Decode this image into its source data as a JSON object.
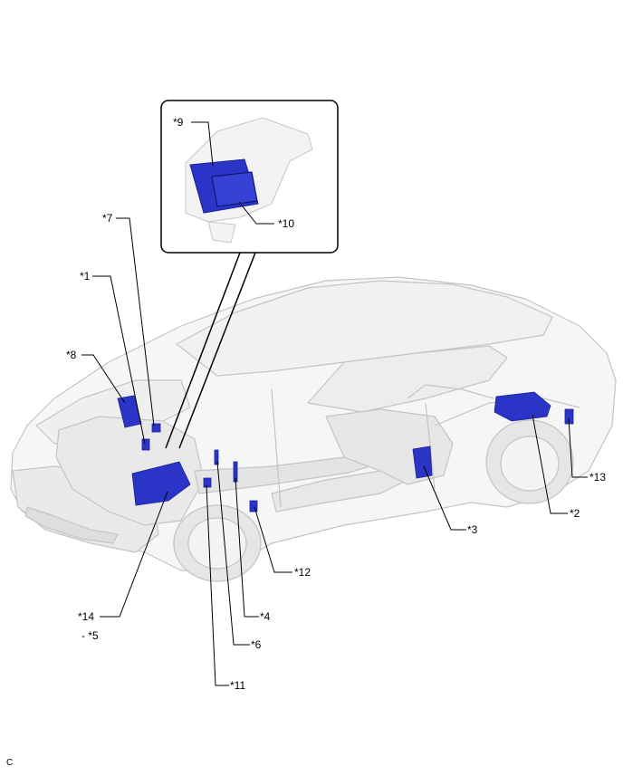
{
  "labels": {
    "c1": "*1",
    "c2": "*2",
    "c3": "*3",
    "c4": "*4",
    "c5": "- *5",
    "c6": "*6",
    "c7": "*7",
    "c8": "*8",
    "c9": "*9",
    "c10": "*10",
    "c11": "*11",
    "c12": "*12",
    "c13": "*13",
    "c14": "*14"
  },
  "corner_code": "C",
  "colors": {
    "component": "#2a35c8",
    "component_dark": "#1a2190",
    "body_line": "#c4c4c4",
    "body_fill": "#f6f6f6",
    "leader": "#000000"
  }
}
